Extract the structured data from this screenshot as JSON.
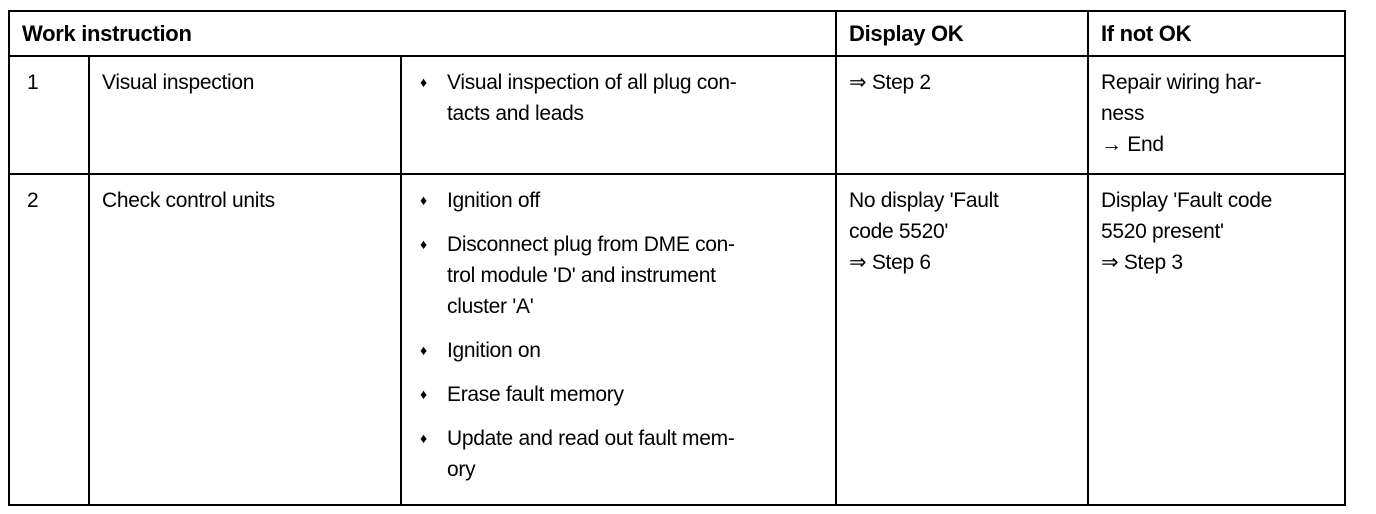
{
  "table": {
    "bullet": "♦",
    "headers": {
      "work_instruction": "Work instruction",
      "display_ok": "Display OK",
      "if_not_ok": "If not OK"
    },
    "rows": [
      {
        "step": "1",
        "task": "Visual inspection",
        "actions": [
          "Visual inspection of all plug con-\ntacts and leads"
        ],
        "display_ok": "⇒ Step 2",
        "if_not_ok": "Repair wiring har-\nness\n→ End"
      },
      {
        "step": "2",
        "task": "Check control units",
        "actions": [
          "Ignition off",
          "Disconnect plug from DME con-\ntrol module 'D' and instrument\ncluster 'A'",
          "Ignition on",
          "Erase fault memory",
          "Update and read out fault mem-\nory"
        ],
        "display_ok": "No display 'Fault\ncode 5520'\n⇒ Step 6",
        "if_not_ok": "Display 'Fault code\n5520 present'\n⇒ Step 3"
      }
    ]
  }
}
